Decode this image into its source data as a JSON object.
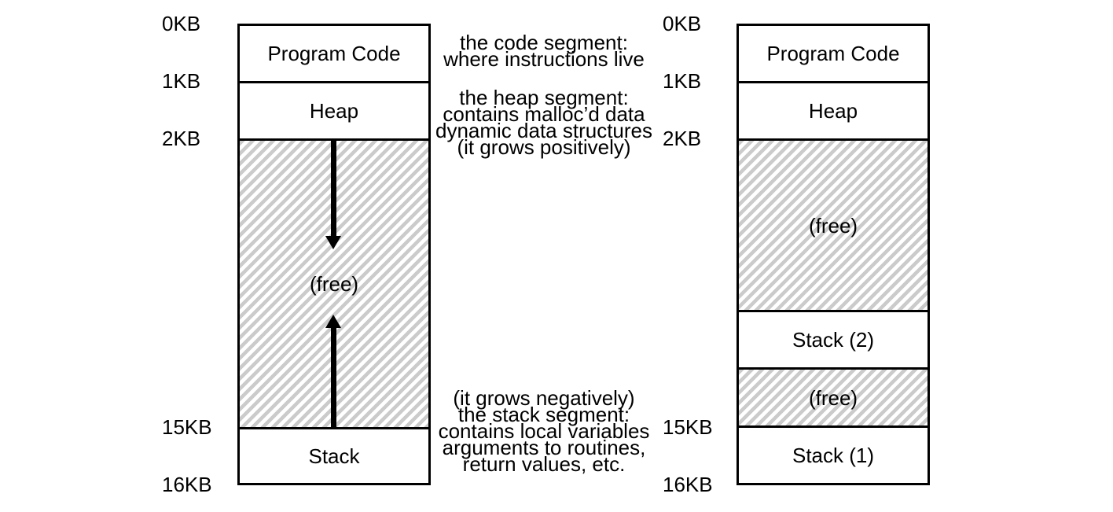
{
  "colors": {
    "background": "#ffffff",
    "line": "#000000",
    "hatch": "#cbcbcb",
    "text": "#000000"
  },
  "left_diagram": {
    "address_labels": [
      {
        "text": "0KB"
      },
      {
        "text": "1KB"
      },
      {
        "text": "2KB"
      },
      {
        "text": "15KB"
      },
      {
        "text": "16KB"
      }
    ],
    "segments": [
      {
        "label": "Program Code",
        "fill": "solid"
      },
      {
        "label": "Heap",
        "fill": "solid"
      },
      {
        "label": "(free)",
        "fill": "hatched",
        "arrows": [
          "heap-grows-down",
          "stack-grows-up"
        ]
      },
      {
        "label": "Stack",
        "fill": "solid"
      }
    ]
  },
  "annotations": {
    "code": {
      "lines": [
        "the code segment:",
        "where instructions live"
      ]
    },
    "heap": {
      "lines": [
        "the heap segment:",
        "contains malloc’d data",
        "dynamic data structures",
        "(it grows positively)"
      ]
    },
    "stack": {
      "lines": [
        "(it grows negatively)",
        "the stack segment:",
        "contains local variables",
        "arguments to routines,",
        "return values, etc."
      ]
    }
  },
  "right_diagram": {
    "address_labels": [
      {
        "text": "0KB"
      },
      {
        "text": "1KB"
      },
      {
        "text": "2KB"
      },
      {
        "text": "15KB"
      },
      {
        "text": "16KB"
      }
    ],
    "segments": [
      {
        "label": "Program Code",
        "fill": "solid"
      },
      {
        "label": "Heap",
        "fill": "solid"
      },
      {
        "label": "(free)",
        "fill": "hatched"
      },
      {
        "label": "Stack (2)",
        "fill": "solid"
      },
      {
        "label": "(free)",
        "fill": "hatched"
      },
      {
        "label": "Stack (1)",
        "fill": "solid"
      }
    ]
  }
}
